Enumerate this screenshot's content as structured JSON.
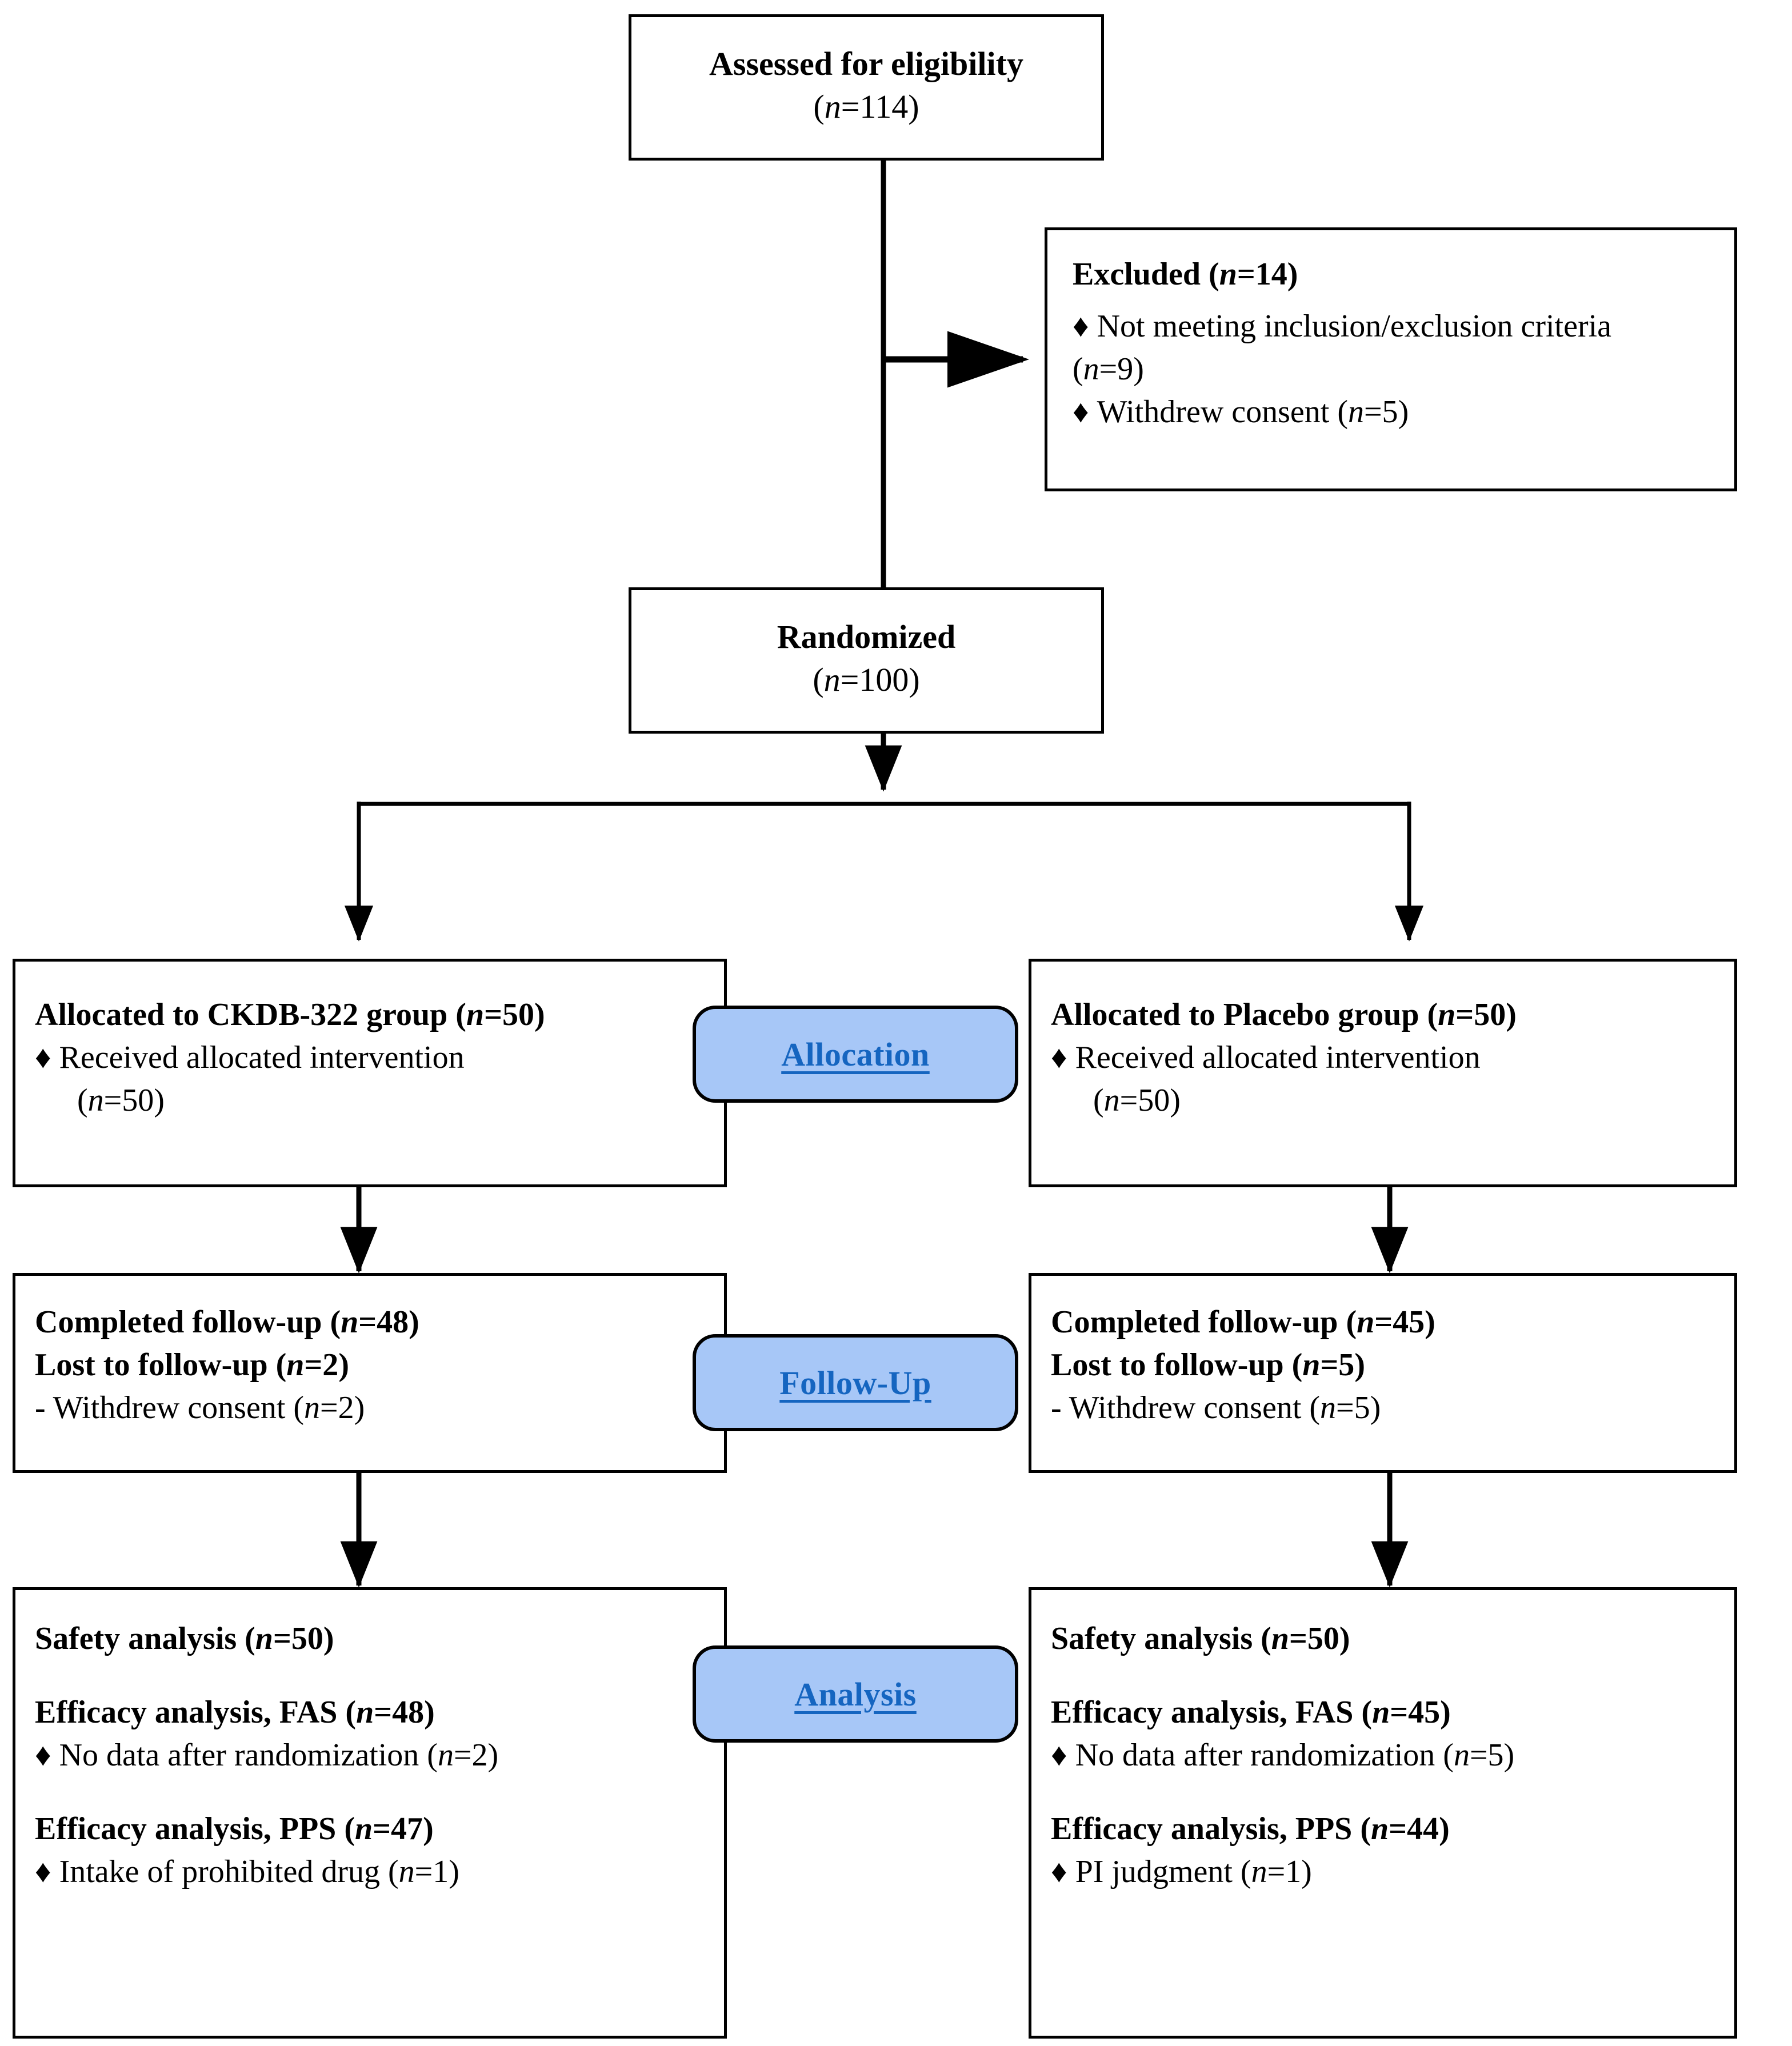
{
  "diagram": {
    "type": "CONSORT participant flow diagram",
    "stage_labels": [
      {
        "id": "allocation",
        "label": "Allocation"
      },
      {
        "id": "followup",
        "label": "Follow-Up"
      },
      {
        "id": "analysis",
        "label": "Analysis"
      }
    ],
    "nodes": {
      "assessed": {
        "title": "Assessed for eligibility",
        "n_line": "=114"
      },
      "excluded": {
        "heading": "Excluded (",
        "heading_n": "=14",
        "heading_tail": ")",
        "items": [
          {
            "bullet": "♦",
            "text": "Not meeting inclusion/exclusion criteria",
            "cont": "(",
            "cont_n": "=9",
            "cont_tail": ")"
          },
          {
            "bullet": "♦",
            "text": "Withdrew consent (",
            "text_n": "=5",
            "text_tail": ")"
          }
        ]
      },
      "randomized": {
        "title": "Randomized",
        "n_line": "=100"
      },
      "alloc_left": {
        "heading": "Allocated to CKDB-322 group (",
        "heading_n": "=50",
        "heading_tail": ")",
        "bullet": "♦",
        "bullet_text": "Received allocated intervention",
        "bullet_cont": "(",
        "bullet_cont_n": "=50",
        "bullet_cont_tail": ")"
      },
      "alloc_right": {
        "heading": "Allocated to Placebo group (",
        "heading_n": "=50",
        "heading_tail": ")",
        "bullet": "♦",
        "bullet_text": "Received allocated intervention",
        "bullet_cont": "(",
        "bullet_cont_n": "=50",
        "bullet_cont_tail": ")"
      },
      "follow_left": {
        "line1": "Completed follow-up (",
        "line1_n": "=48",
        "line1_tail": ")",
        "line2": "Lost to follow-up (",
        "line2_n": "=2",
        "line2_tail": ")",
        "line3": "- Withdrew consent (",
        "line3_n": "=2",
        "line3_tail": ")"
      },
      "follow_right": {
        "line1": "Completed follow-up (",
        "line1_n": "=45",
        "line1_tail": ")",
        "line2": "Lost to follow-up (",
        "line2_n": "=5",
        "line2_tail": ")",
        "line3": "- Withdrew consent (",
        "line3_n": "=5",
        "line3_tail": ")"
      },
      "analysis_left": {
        "safety": "Safety analysis (",
        "safety_n": "=50",
        "safety_tail": ")",
        "fas": "Efficacy analysis, FAS (",
        "fas_n": "=48",
        "fas_tail": ")",
        "fas_bullet": "♦",
        "fas_bullet_text": "No data after randomization (",
        "fas_bullet_n": "=2",
        "fas_bullet_tail": ")",
        "pps": "Efficacy analysis, PPS (",
        "pps_n": "=47",
        "pps_tail": ")",
        "pps_bullet": "♦",
        "pps_bullet_text": "Intake of prohibited drug (",
        "pps_bullet_n": "=1",
        "pps_bullet_tail": ")"
      },
      "analysis_right": {
        "safety": "Safety analysis (",
        "safety_n": "=50",
        "safety_tail": ")",
        "fas": "Efficacy analysis, FAS (",
        "fas_n": "=45",
        "fas_tail": ")",
        "fas_bullet": "♦",
        "fas_bullet_text": "No data after randomization (",
        "fas_bullet_n": "=5",
        "fas_bullet_tail": ")",
        "pps": "Efficacy analysis, PPS (",
        "pps_n": "=44",
        "pps_tail": ")",
        "pps_bullet": "♦",
        "pps_bullet_text": "PI judgment (",
        "pps_bullet_n": "=1",
        "pps_bullet_tail": ")"
      }
    },
    "italic_n": "n",
    "colors": {
      "pill_fill": "#a7c7f7",
      "pill_text": "#1565c0",
      "line": "#000000",
      "background": "#ffffff"
    }
  }
}
